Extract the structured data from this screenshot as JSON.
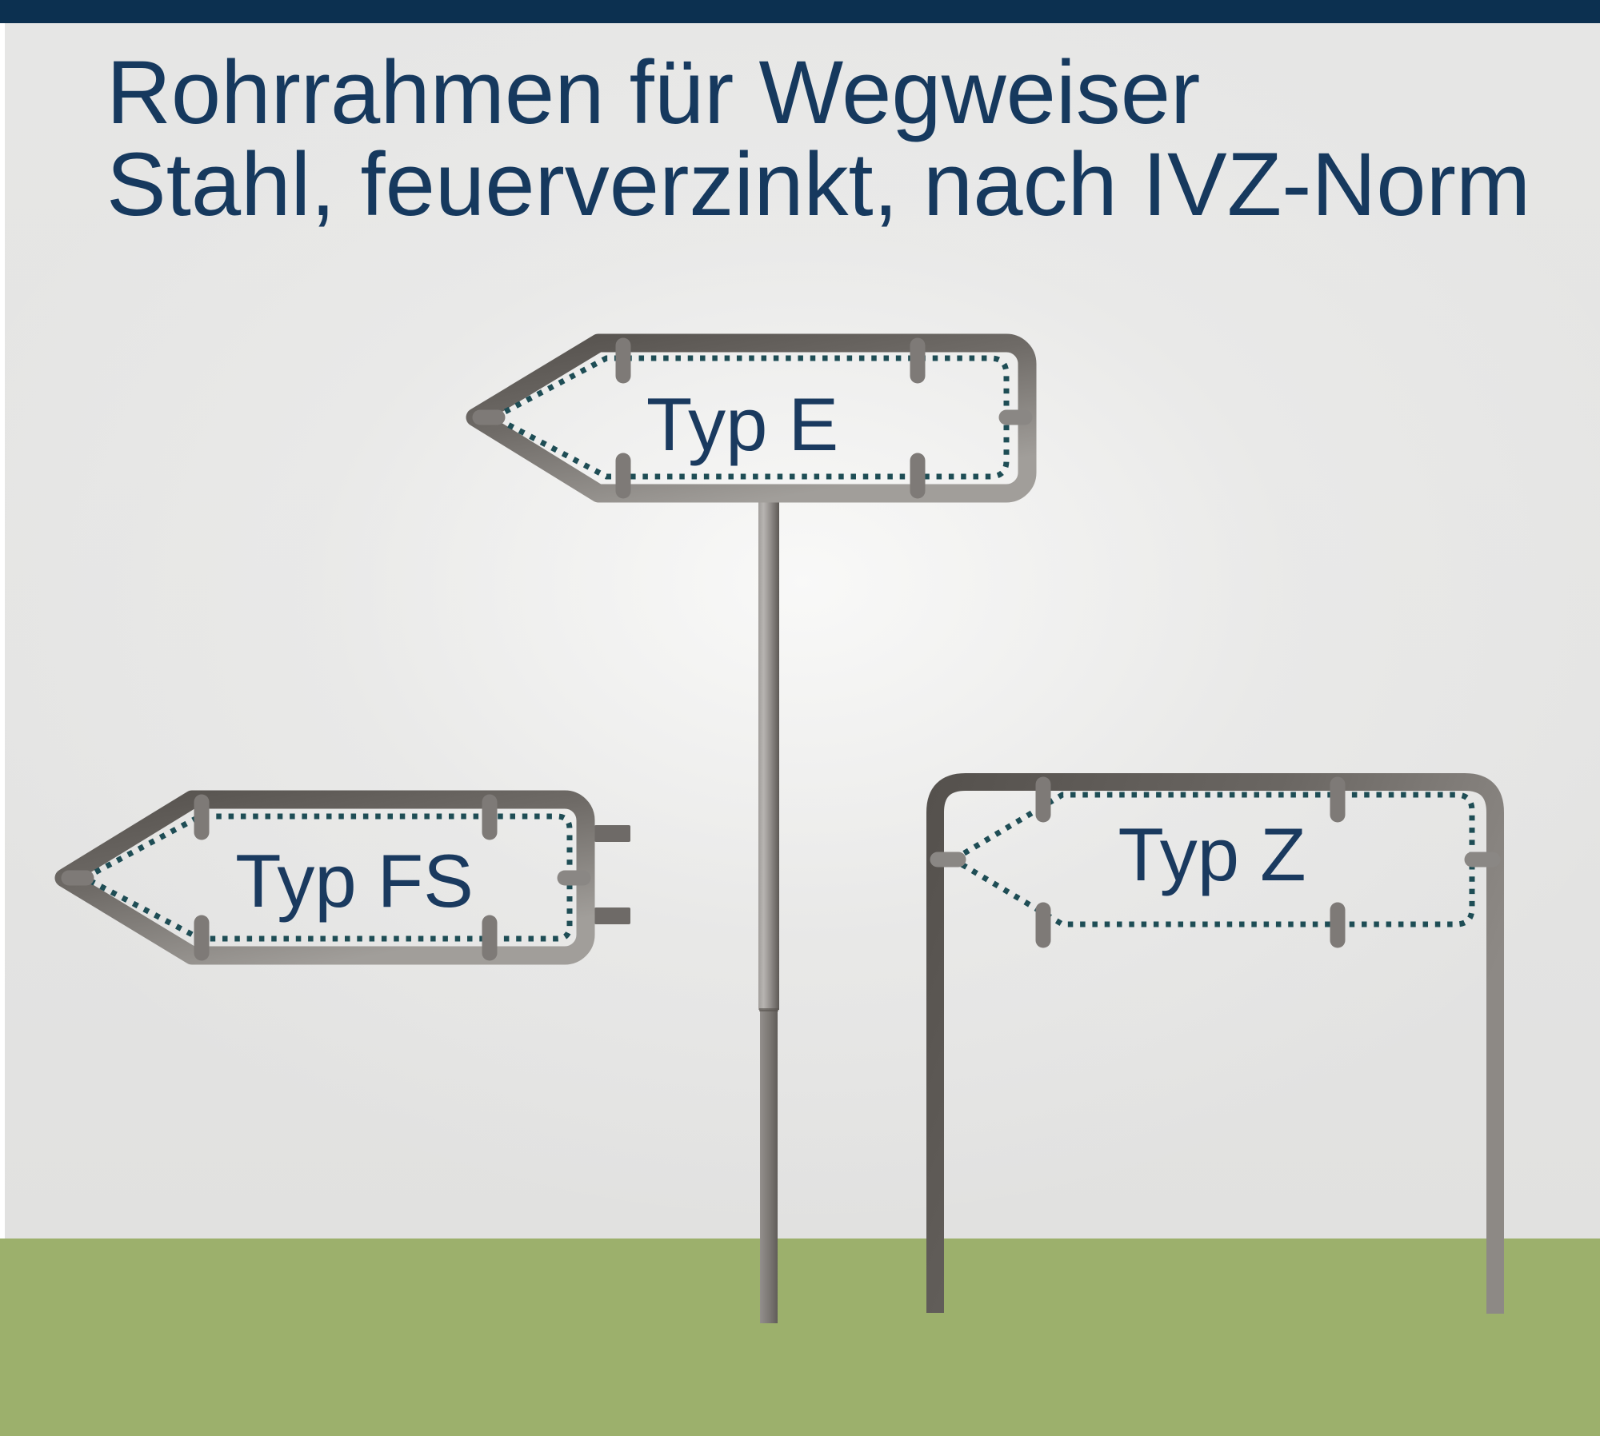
{
  "title": {
    "line1": "Rohrrahmen für Wegweiser",
    "line2": "Stahl, feuerverzinkt, nach IVZ-Norm"
  },
  "signs": {
    "typ_e": {
      "label": "Typ E",
      "shape": "arrow-left-frame-on-single-post"
    },
    "typ_fs": {
      "label": "Typ FS",
      "shape": "arrow-left-frame-with-side-mount-brackets"
    },
    "typ_z": {
      "label": "Typ Z",
      "shape": "rectangular-frame-on-two-posts"
    }
  },
  "colors": {
    "header_bar": "#0c3050",
    "title_text": "#16395e",
    "label_text": "#1a3a5f",
    "tube_dark": "#55514d",
    "tube_light": "#a19e9a",
    "panel_outline_dotted": "#1e4d55",
    "background_gray": "#e4e4e3",
    "ground_green": "#9cb06c"
  }
}
